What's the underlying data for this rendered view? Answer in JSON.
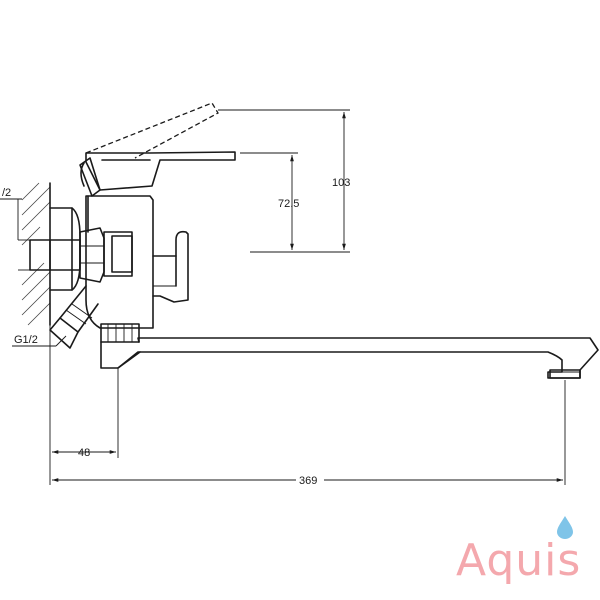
{
  "dimensions": {
    "height_handle": "103",
    "height_body": "72.5",
    "wall_offset": "48",
    "spout_length": "369",
    "connection_thread": "G1/2",
    "connection_thread_partial": "/2"
  },
  "brand": {
    "name": "Aquis",
    "accent_color": "#f4a8ad",
    "drop_color": "#7fc4e8"
  }
}
